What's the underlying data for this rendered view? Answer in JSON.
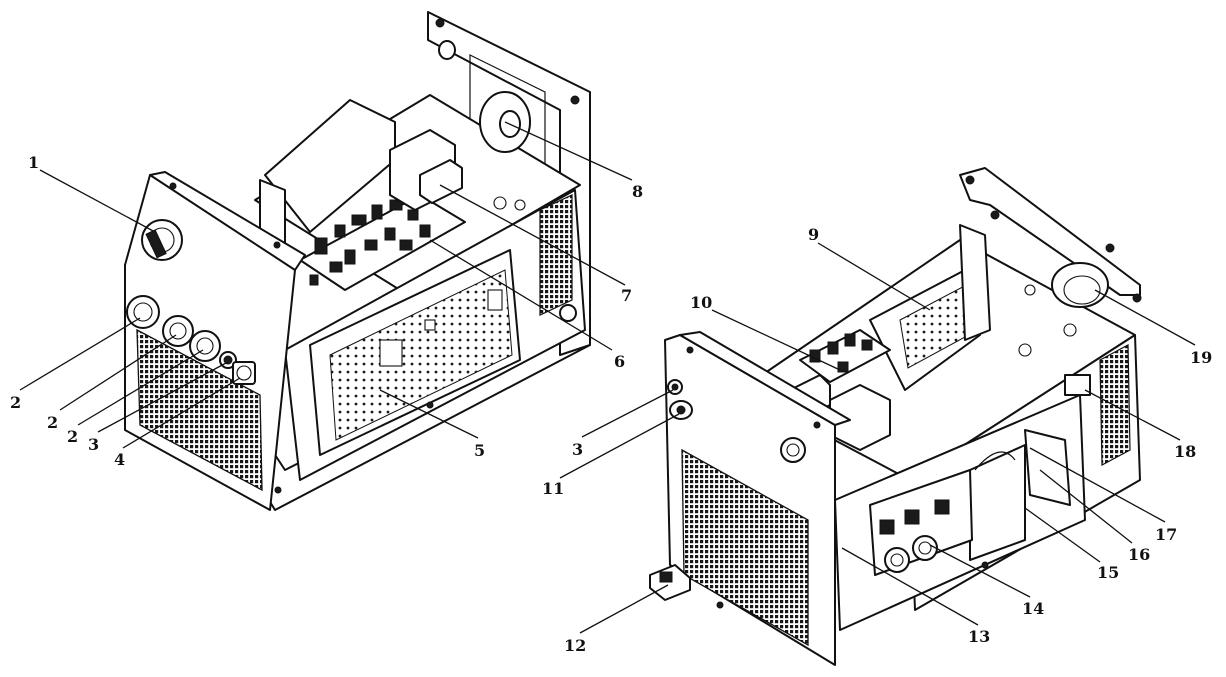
{
  "callouts": {
    "c1": "1",
    "c2a": "2",
    "c2b": "2",
    "c2c": "2",
    "c3a": "3",
    "c4": "4",
    "c5": "5",
    "c6": "6",
    "c7": "7",
    "c8": "8",
    "c9": "9",
    "c10": "10",
    "c3b": "3",
    "c11": "11",
    "c12": "12",
    "c13": "13",
    "c14": "14",
    "c15": "15",
    "c16": "16",
    "c17": "17",
    "c18": "18",
    "c19": "19"
  }
}
